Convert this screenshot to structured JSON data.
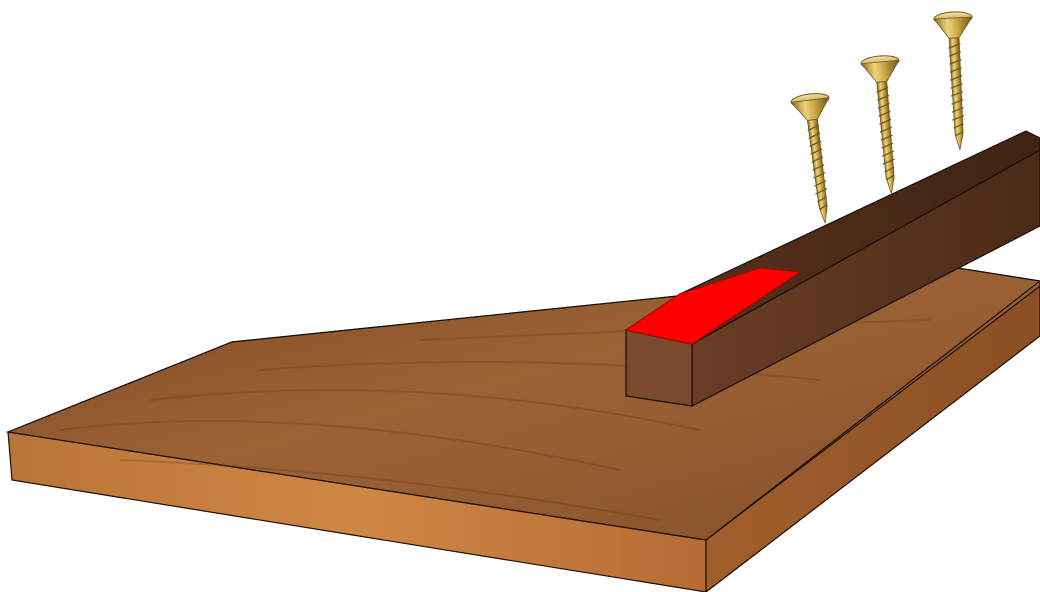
{
  "scene": {
    "background": "#ffffff",
    "objects": [
      "wooden-board",
      "wooden-batten",
      "highlighted-face",
      "screw",
      "screw",
      "screw"
    ],
    "colors": {
      "board_top": "#8b5428",
      "board_top_light": "#a3683a",
      "board_edge": "#c07a3e",
      "board_side": "#9a5a2a",
      "batten_top": "#4e2c19",
      "batten_side": "#5e3620",
      "batten_end": "#7a4a2c",
      "highlight": "#ff0000",
      "screw_gold": "#c9a64a",
      "screw_dark": "#7d6424",
      "outline": "#1a0f08"
    },
    "screw_count": 3
  }
}
